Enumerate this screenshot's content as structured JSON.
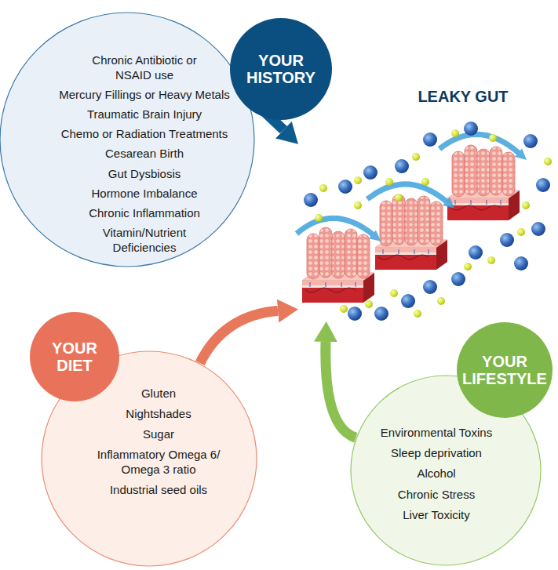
{
  "diagram": {
    "nodes": [
      {
        "text": [
          "YOUR HISTORY"
        ]
      },
      {
        "text": [
          "Chronic Antibiotic or NSAID use",
          "Mercury Fillings or Heavy Metals",
          "Traumatic Brain Injury",
          "Chemo or Radiation Treatments",
          "Cesarean Birth",
          "Gut Dysbiosis",
          "Hormone Imbalance",
          "Chronic Inflammation",
          "Vitamin/Nutrient Deficiencies"
        ]
      },
      {
        "text": [
          "LEAKY GUT"
        ]
      },
      {
        "text": [
          "YOUR DIET"
        ]
      },
      {
        "text": [
          "Gluten",
          "Nightshades",
          "Sugar",
          "Inflammatory Omega 6/ Omega 3 ratio",
          "Industrial seed oils"
        ]
      },
      {
        "text": [
          "YOUR LIFESTYLE"
        ]
      },
      {
        "text": [
          "Environmental Toxins",
          "Sleep deprivation",
          "Alcohol",
          "Chronic Stress",
          "Liver Toxicity"
        ]
      }
    ],
    "edges": [
      {
        "from": 1,
        "to": 2,
        "arrow": "to"
      },
      {
        "from": 4,
        "to": 2,
        "arrow": "to"
      },
      {
        "from": 6,
        "to": 2,
        "arrow": "to"
      }
    ]
  }
}
